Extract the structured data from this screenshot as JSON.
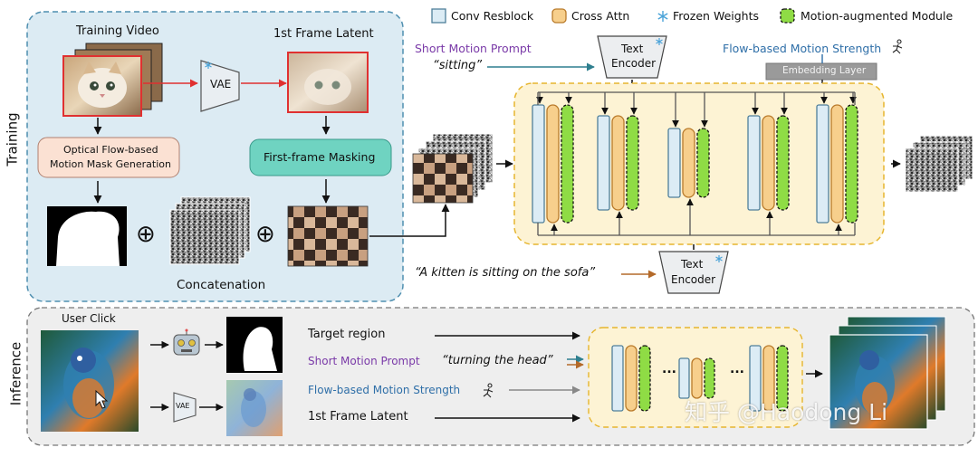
{
  "colors": {
    "conv_fill": "#dcecf5",
    "conv_stroke": "#4f7f9a",
    "attn_fill": "#f7cf8c",
    "attn_stroke": "#b97a2a",
    "motion_fill": "#8fdc45",
    "motion_stroke": "#111111",
    "training_panel": "#dcebf3",
    "unet_panel": "#fdf3d4",
    "inference_panel": "#eeeeee",
    "purple_text": "#7a3aa8",
    "blue_text": "#2f6fa8",
    "teal_arrow": "#2f7f8f",
    "orange_arrow": "#b46a2a",
    "masking_box": "#6fd3c1",
    "mask_gen_box": "#fbe1d3"
  },
  "side_labels": {
    "training": "Training",
    "inference": "Inference"
  },
  "legend": {
    "conv": "Conv Resblock",
    "attn": "Cross Attn",
    "frozen": "Frozen Weights",
    "motion": "Motion-augmented Module"
  },
  "training": {
    "training_video": "Training Video",
    "first_frame_latent": "1st Frame Latent",
    "vae": "VAE",
    "mask_gen_line1": "Optical Flow-based",
    "mask_gen_line2": "Motion Mask Generation",
    "masking": "First-frame Masking",
    "concatenation": "Concatenation",
    "oplus": "⊕",
    "short_prompt_label": "Short Motion Prompt",
    "short_prompt_value": "“sitting”",
    "text_encoder_line1": "Text",
    "text_encoder_line2": "Encoder",
    "flow_strength": "Flow-based Motion Strength",
    "embedding_layer": "Embedding Layer",
    "long_prompt": "“A kitten is sitting on the sofa”",
    "runner_icon": "running-figure-icon",
    "snowflake_icon": "snowflake-icon"
  },
  "inference": {
    "user_click": "User Click",
    "vae": "VAE",
    "target_region": "Target region",
    "short_prompt_label": "Short Motion Prompt",
    "short_prompt_value": "“turning the head”",
    "flow_strength": "Flow-based Motion Strength",
    "first_frame_latent": "1st Frame Latent",
    "ellipsis": "...",
    "robot_icon": "robot-icon",
    "cursor_icon": "cursor-icon"
  },
  "watermark": "知乎 @Haodong Li"
}
